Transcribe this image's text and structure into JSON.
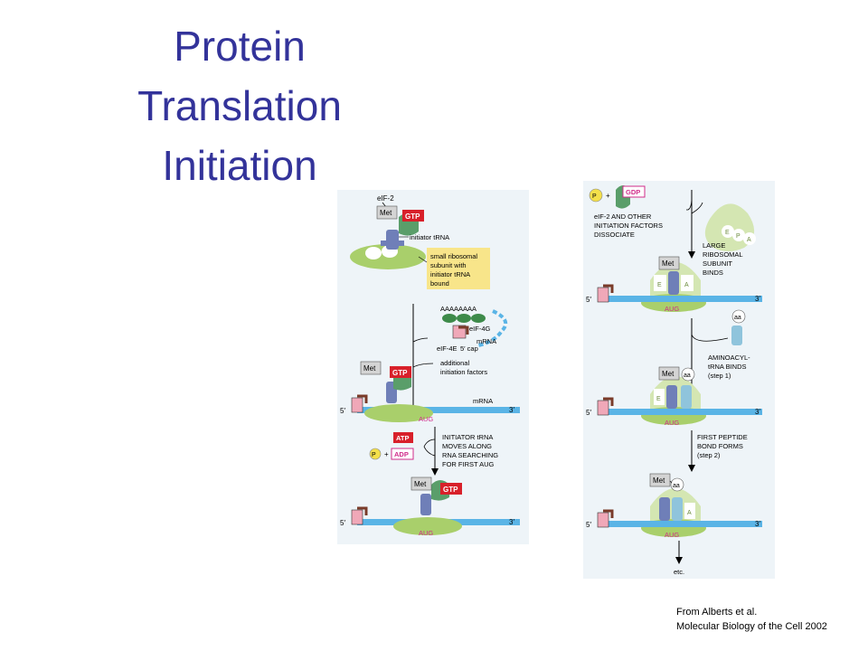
{
  "slide": {
    "title_lines": [
      "Protein",
      "Translation",
      "Initiation"
    ],
    "credit_line1": "From Alberts et al.",
    "credit_line2": "Molecular Biology of the Cell 2002"
  },
  "diagram": {
    "labels": {
      "eif2": "eIF-2",
      "met": "Met",
      "gtp": "GTP",
      "initiator_trna": "initiator tRNA",
      "box_line1": "small ribosomal",
      "box_line2": "subunit  with",
      "box_line3": "initiator tRNA",
      "box_line4": "bound",
      "polyA": "AAAAAAAA",
      "eif4g": "eIF-4G",
      "mrna": "mRNA",
      "eif4e": "eIF-4E",
      "cap5": "5′ cap",
      "additional1": "additional",
      "additional2": "initiation factors",
      "five_prime": "5′",
      "three_prime": "3′",
      "aug": "AUG",
      "atp": "ATP",
      "adp": "ADP",
      "pi": "P",
      "pi_sub": "i",
      "plus": "+",
      "moves1": "INITIATOR tRNA",
      "moves2": "MOVES ALONG",
      "moves3": "RNA SEARCHING",
      "moves4": "FOR FIRST AUG",
      "gdp": "GDP",
      "dissociate1": "eIF-2 AND OTHER",
      "dissociate2": "INITIATION FACTORS",
      "dissociate3": "DISSOCIATE",
      "large1": "LARGE",
      "large2": "RIBOSOMAL",
      "large3": "SUBUNIT",
      "large4": "BINDS",
      "e_site": "E",
      "p_site": "P",
      "a_site": "A",
      "aa": "aa",
      "amino1": "AMINOACYL-",
      "amino2": "tRNA BINDS",
      "amino3": "(step 1)",
      "peptide1": "FIRST PEPTIDE",
      "peptide2": "BOND FORMS",
      "peptide3": "(step 2)",
      "etc": "etc."
    },
    "colors": {
      "ribosome": "#a9cf6b",
      "ribosome_light": "#d4e6b2",
      "mrna": "#5ab4e6",
      "trna": "#6f7fb8",
      "trna_light": "#8fc4dc",
      "gtp": "#d8202a",
      "met": "#d4d4d4",
      "yellow_box": "#f8e58a",
      "cap_pink": "#f0a8b8",
      "cap_brown": "#7a3b2a",
      "eif_green": "#3d8a4a",
      "pi_yellow": "#f4e04a",
      "panel_bg": "#eef4f8",
      "aug_text": "#d02c8a"
    }
  }
}
